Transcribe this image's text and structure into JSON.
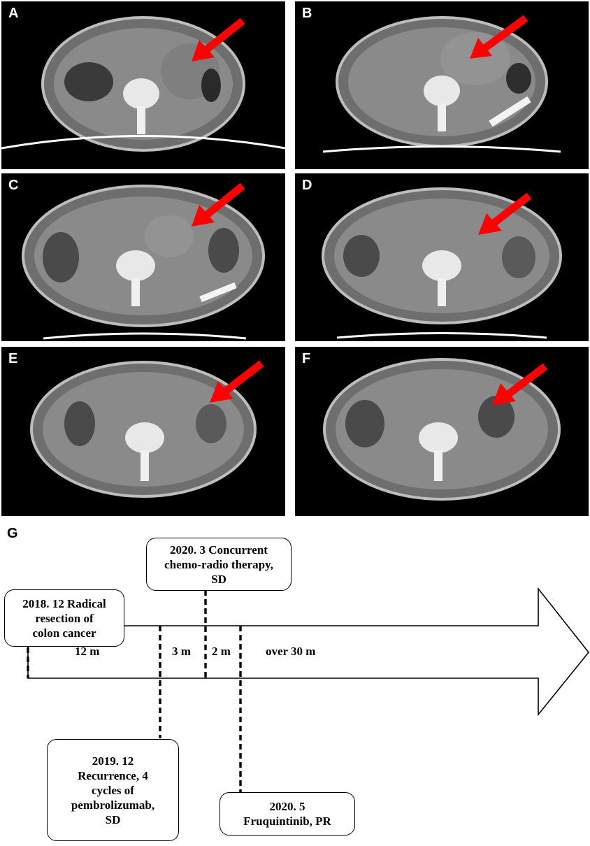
{
  "panels": [
    {
      "letter": "A"
    },
    {
      "letter": "B"
    },
    {
      "letter": "C"
    },
    {
      "letter": "D"
    },
    {
      "letter": "E"
    },
    {
      "letter": "F"
    }
  ],
  "arrow_color": "#ff0000",
  "timeline": {
    "letter": "G",
    "events": {
      "e2018": [
        "2018. 12 Radical",
        "resection of",
        "colon cancer"
      ],
      "e2019": [
        "2019. 12",
        "Recurrence, 4",
        "cycles of",
        "pembrolizumab,",
        "SD"
      ],
      "e2020_3": [
        "2020. 3 Concurrent",
        "chemo-radio therapy,",
        "SD"
      ],
      "e2020_5": [
        "2020. 5",
        "Fruquintinib, PR"
      ]
    },
    "durations": [
      "12 m",
      "3 m",
      "2 m",
      "over 30 m"
    ]
  }
}
